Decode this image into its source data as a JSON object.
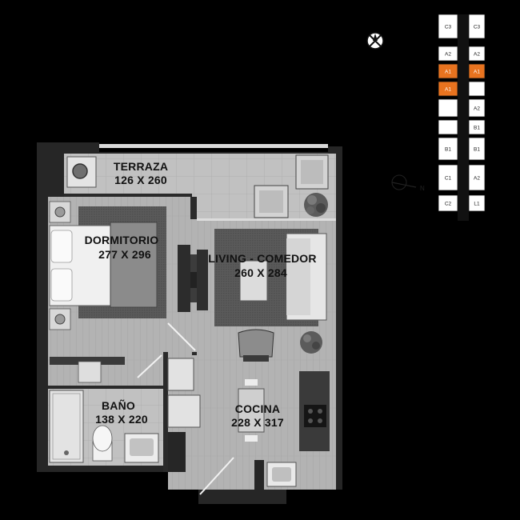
{
  "header": {
    "title": "",
    "prefix_letter": "",
    "north_icon": "compass-icon"
  },
  "rooms": [
    {
      "id": "terraza",
      "name": "TERRAZA",
      "dims": "126 X 260"
    },
    {
      "id": "dormitorio",
      "name": "DORMITORIO",
      "dims": "277 X 296"
    },
    {
      "id": "living",
      "name": "LIVING - COMEDOR",
      "dims": "260 X 284"
    },
    {
      "id": "bano",
      "name": "BAÑO",
      "dims": "138 X 220"
    },
    {
      "id": "cocina",
      "name": "COCINA",
      "dims": "228 X 317"
    }
  ],
  "keyplan": {
    "north_label": "N",
    "highlight_color": "#e8731f",
    "left_column": [
      "C3",
      "A2",
      "A1",
      "A1",
      "",
      "",
      "B1",
      "C1",
      "C2"
    ],
    "right_column": [
      "C3",
      "A2",
      "A1",
      "",
      "A2",
      "B1",
      "B1",
      "A2",
      "L1"
    ],
    "highlighted": [
      "A1"
    ]
  },
  "colors": {
    "background": "#000000",
    "walls": "#2b2b2b",
    "floor_light": "#b9b9b9",
    "floor_dark": "#8e8e8e",
    "rug": "#585858"
  }
}
